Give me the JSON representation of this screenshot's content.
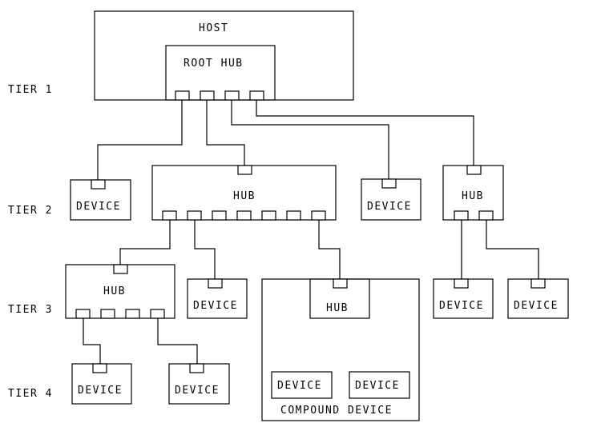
{
  "tiers": [
    "TIER 1",
    "TIER 2",
    "TIER 3",
    "TIER 4"
  ],
  "host": {
    "label": "HOST"
  },
  "root_hub": {
    "label": "ROOT HUB"
  },
  "tier2": {
    "device_left": "DEVICE",
    "hub_center": "HUB",
    "device_right": "DEVICE",
    "hub_right": "HUB"
  },
  "tier3": {
    "hub_left": "HUB",
    "device_mid": "DEVICE",
    "compound_hub": "HUB",
    "device_r1": "DEVICE",
    "device_r2": "DEVICE"
  },
  "tier4": {
    "device_1": "DEVICE",
    "device_2": "DEVICE"
  },
  "compound": {
    "label": "COMPOUND DEVICE",
    "device_1": "DEVICE",
    "device_2": "DEVICE"
  }
}
